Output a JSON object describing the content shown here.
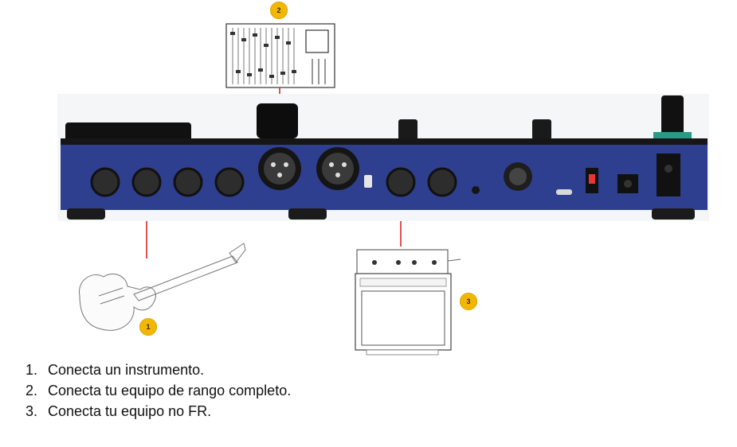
{
  "badges": {
    "instrument": "1",
    "full_range": "2",
    "non_fr": "3"
  },
  "steps": [
    {
      "number": "1.",
      "text": "Conecta un instrumento."
    },
    {
      "number": "2.",
      "text": "Conecta tu equipo de rango completo."
    },
    {
      "number": "3.",
      "text": "Conecta tu equipo no FR."
    }
  ],
  "colors": {
    "device_panel": "#2f3f8f",
    "cable": "#d9262b",
    "badge": "#f2b705"
  }
}
